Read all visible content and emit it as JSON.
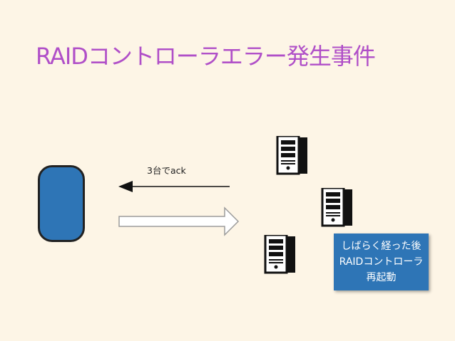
{
  "slide": {
    "title": "RAIDコントローラエラー発生事件"
  },
  "diagram": {
    "ack_label": "3台でack",
    "note_lines": [
      "しばらく経った後",
      "RAIDコントローラ",
      "再起動"
    ],
    "colors": {
      "background": "#FDF5E6",
      "title": "#B04FC8",
      "client_fill": "#2E75B6",
      "note_fill": "#2E75B6"
    },
    "icons": [
      "server-icon",
      "server-icon",
      "server-icon"
    ]
  }
}
